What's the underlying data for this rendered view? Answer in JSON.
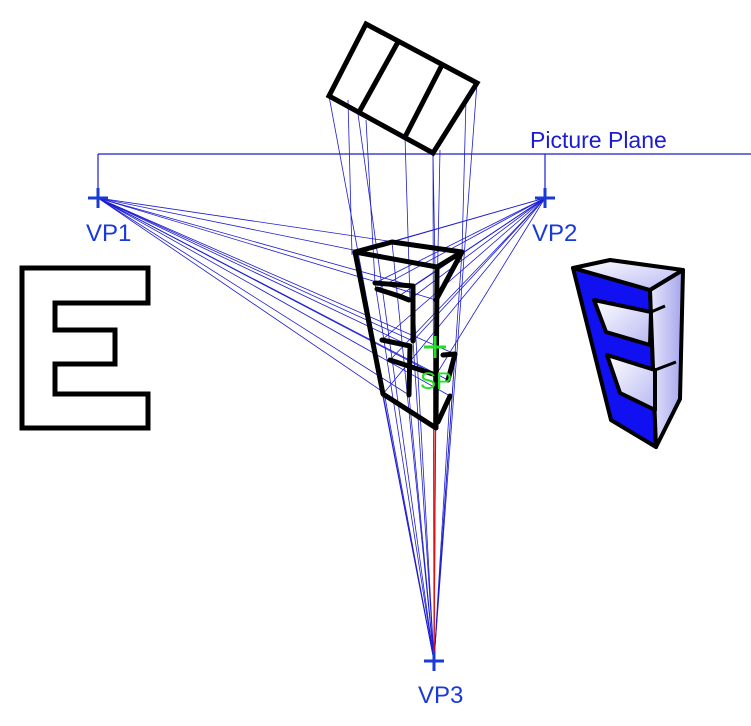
{
  "labels": {
    "picture_plane": "Picture Plane",
    "vp1": "VP1",
    "vp2": "VP2",
    "vp3": "VP3",
    "sp": "SP"
  },
  "colors": {
    "construction": "#1c1cd0",
    "marker": "#1a3ad8",
    "station_point": "#22e022",
    "outline": "#000000",
    "red_line": "#e01010",
    "fill_blue": "#1010f0",
    "fill_light": "#c8c8f8"
  }
}
